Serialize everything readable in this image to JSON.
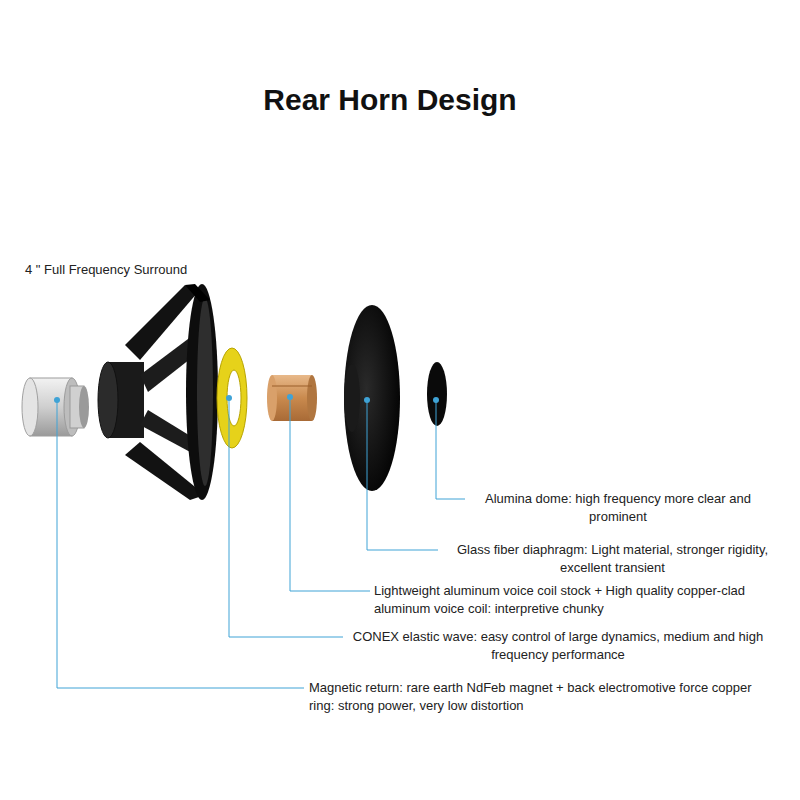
{
  "diagram": {
    "title": "Rear Horn Design",
    "labels": [
      "4 \" Full Frequency Surround",
      "Alumina dome: high frequency more clear and prominent",
      "Glass fiber diaphragm: Light material, stronger rigidity, excellent transient",
      "Lightweight aluminum voice coil stock + High quality copper-clad aluminum voice coil: interpretive chunky",
      "CONEX elastic wave: easy control of large dynamics, medium and high frequency performance",
      "Magnetic return: rare earth NdFeb magnet + back electromotive force copper ring: strong power, very low distortion"
    ]
  }
}
